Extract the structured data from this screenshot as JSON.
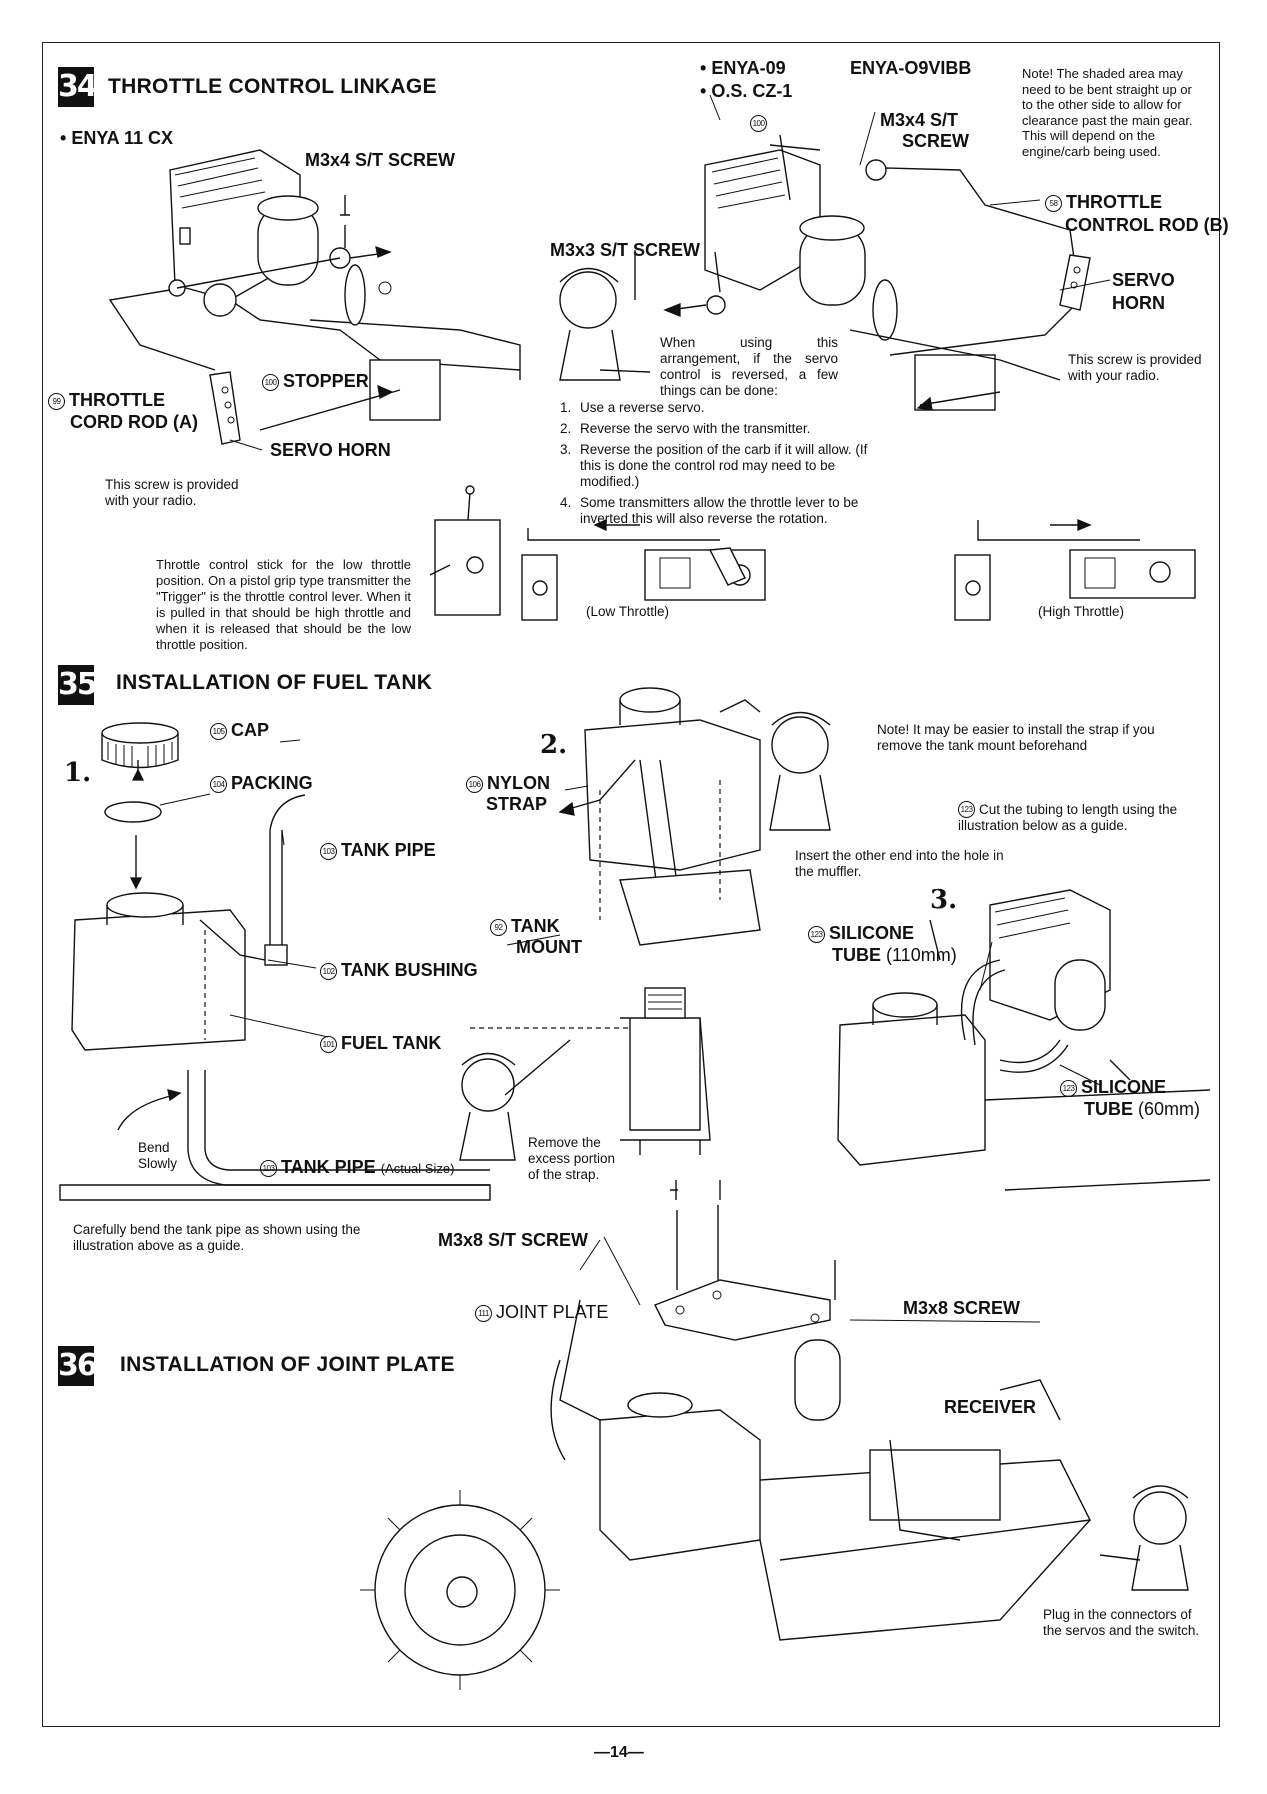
{
  "page_number": "—14—",
  "step34": {
    "number": "34",
    "title": "THROTTLE CONTROL LINKAGE",
    "engine_a": "ENYA 11 CX",
    "engine_b1": "ENYA-09",
    "engine_b2": "O.S. CZ-1",
    "engine_b3": "ENYA-O9VIBB",
    "note_shaded": "Note! The shaded area may need to be bent straight up or to the other side to allow for clearance past the main gear. This will depend on the engine/carb being used.",
    "m3x4_left": "M3x4 S/T SCREW",
    "m3x4_right_1": "M3x4 S/T",
    "m3x4_right_2": "SCREW",
    "m3x3": "M3x3 S/T SCREW",
    "rod_b_num": "58",
    "rod_b_1": "THROTTLE",
    "rod_b_2": "CONTROL ROD (B)",
    "servo_horn_right_1": "SERVO",
    "servo_horn_right_2": "HORN",
    "screw_provided_right": "This screw is provided with your radio.",
    "stopper_num": "100",
    "stopper": "STOPPER",
    "stopper_num_right": "100",
    "rod_a_num": "99",
    "rod_a_1": "THROTTLE",
    "rod_a_2": "CORD ROD (A)",
    "servo_horn_left": "SERVO HORN",
    "screw_provided_left": "This screw is provided with your radio.",
    "arrangement_note": "When using this arrangement, if the servo control is reversed, a few things can be done:",
    "steps": [
      {
        "n": "1.",
        "t": "Use a reverse servo."
      },
      {
        "n": "2.",
        "t": "Reverse the servo with the transmitter."
      },
      {
        "n": "3.",
        "t": "Reverse the position of the carb if it will allow. (If this is done the control rod may need to be modified.)"
      },
      {
        "n": "4.",
        "t": "Some transmitters allow the throttle lever to be inverted this will also reverse the rotation."
      }
    ],
    "stick_note": "Throttle control stick for the low throttle position. On a pistol grip type transmitter the \"Trigger\" is the throttle control lever. When it is pulled in that should be high throttle and when it is released that should be the low throttle position.",
    "low_throttle": "(Low Throttle)",
    "high_throttle": "(High Throttle)"
  },
  "step35": {
    "number": "35",
    "title": "INSTALLATION OF FUEL TANK",
    "sub1": "1.",
    "sub2": "2.",
    "sub3": "3.",
    "cap_num": "105",
    "cap": "CAP",
    "packing_num": "104",
    "packing": "PACKING",
    "tank_pipe_num": "103",
    "tank_pipe": "TANK PIPE",
    "bushing_num": "102",
    "bushing": "TANK BUSHING",
    "fuel_tank_num": "101",
    "fuel_tank": "FUEL TANK",
    "strap_num": "106",
    "strap_1": "NYLON",
    "strap_2": "STRAP",
    "mount_num": "92",
    "mount_1": "TANK",
    "mount_2": "MOUNT",
    "strap_note": "Note! It may be easier to install the strap if you remove the tank mount beforehand",
    "cut_num": "123",
    "cut_note": "Cut the tubing to length using the illustration below as a guide.",
    "muffler_note": "Insert the other end into the hole in the muffler.",
    "sil1_num": "123",
    "sil1_1": "SILICONE",
    "sil1_2": "TUBE",
    "sil1_len": "(110mm)",
    "sil2_num": "123",
    "sil2_1": "SILICONE",
    "sil2_2": "TUBE",
    "sil2_len": "(60mm)",
    "remove_note": "Remove the excess portion of the strap.",
    "bend_1": "Bend",
    "bend_2": "Slowly",
    "pipe_actual_num": "103",
    "pipe_actual": "TANK PIPE",
    "pipe_actual_size": "(Actual Size)",
    "bend_note": "Carefully bend the tank pipe as shown using the illustration above as a guide."
  },
  "step36": {
    "number": "36",
    "title": "INSTALLATION OF JOINT PLATE",
    "m3x8_st": "M3x8 S/T SCREW",
    "joint_num": "111",
    "joint": "JOINT PLATE",
    "m3x8": "M3x8 SCREW",
    "receiver": "RECEIVER",
    "plug_note": "Plug in the connectors of the servos and the switch."
  }
}
